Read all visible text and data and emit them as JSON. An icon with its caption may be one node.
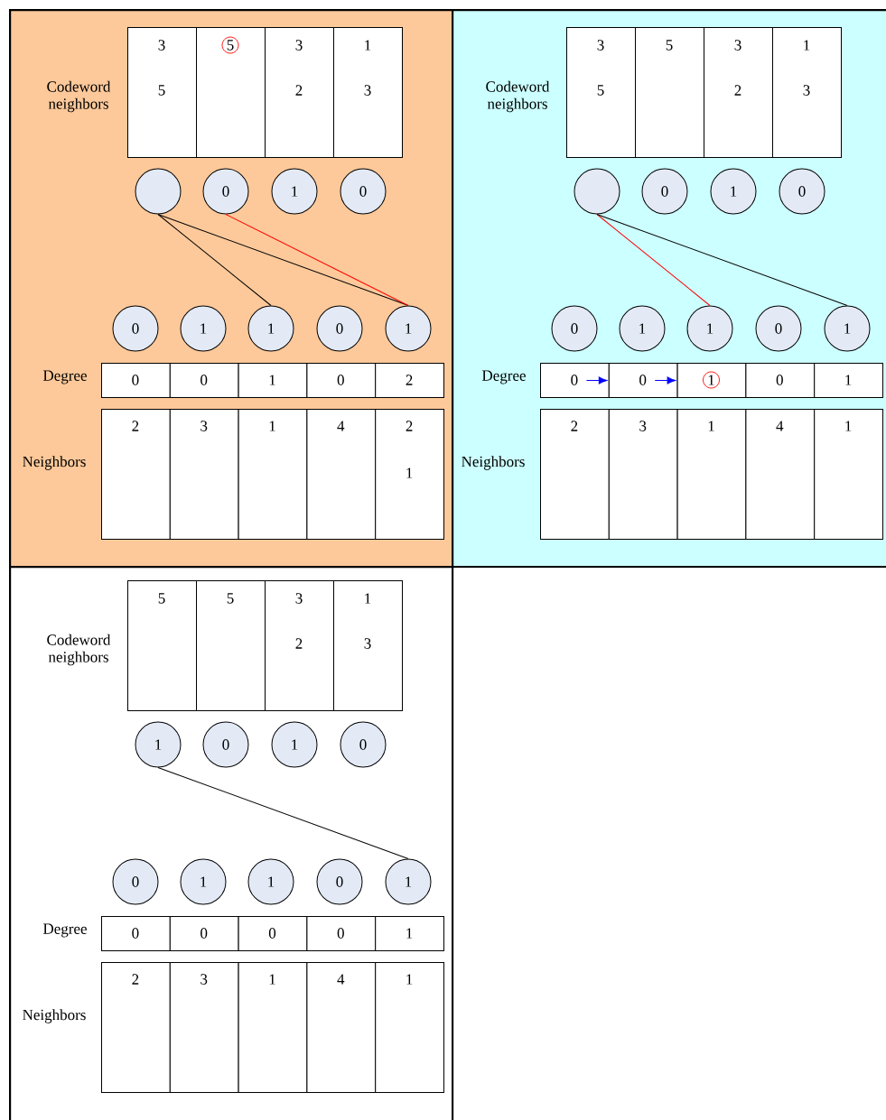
{
  "diagram": {
    "nodes": [
      {
        "text": [],
        "shape": "box"
      },
      {
        "text": [
          "Codeword neighbors"
        ],
        "in": 0
      },
      {
        "text": [
          "3",
          "5"
        ],
        "in": 1
      },
      {
        "text": [
          "5"
        ],
        "in": 1
      },
      {
        "text": [
          "3",
          "2"
        ],
        "in": 1
      },
      {
        "text": [
          "1",
          "3"
        ],
        "in": 1
      },
      {
        "text": [],
        "shape": "circle",
        "in": 0
      },
      {
        "text": [
          "0"
        ],
        "in": 0
      },
      {
        "text": [
          "1"
        ],
        "in": 0
      },
      {
        "text": [
          "0"
        ],
        "in": 0
      },
      {
        "text": [
          "0"
        ],
        "in": 0
      },
      {
        "text": [
          "1"
        ],
        "in": 0
      },
      {
        "text": [
          "1"
        ],
        "in": 0
      },
      {
        "text": [
          "0"
        ],
        "in": 0
      },
      {
        "text": [
          "1"
        ],
        "in": 0
      },
      {
        "text": [
          "Degree"
        ],
        "in": 0
      },
      {
        "text": [
          "0"
        ],
        "in": 15
      },
      {
        "text": [
          "0"
        ],
        "in": 15
      },
      {
        "text": [
          "1"
        ],
        "in": 15
      },
      {
        "text": [
          "0"
        ],
        "in": 15
      },
      {
        "text": [
          "2"
        ],
        "in": 15
      },
      {
        "text": [
          "Neighbors"
        ],
        "in": 0
      },
      {
        "text": [
          "2"
        ],
        "in": 21
      },
      {
        "text": [
          "3"
        ],
        "in": 21
      },
      {
        "text": [
          "1"
        ],
        "in": 21
      },
      {
        "text": [
          "4"
        ],
        "in": 21
      },
      {
        "text": [
          "2",
          "1"
        ],
        "in": 21
      },
      {
        "text": [],
        "shape": "box"
      },
      {
        "text": [
          "Codeword neighbors"
        ],
        "in": 27
      },
      {
        "text": [
          "3",
          "5"
        ],
        "in": 28
      },
      {
        "text": [
          "5"
        ],
        "in": 28
      },
      {
        "text": [
          "3",
          "2"
        ],
        "in": 28
      },
      {
        "text": [
          "1",
          "3"
        ],
        "in": 28
      },
      {
        "text": [],
        "shape": "circle",
        "in": 27
      },
      {
        "text": [
          "0"
        ],
        "in": 27
      },
      {
        "text": [
          "1"
        ],
        "in": 27
      },
      {
        "text": [
          "0"
        ],
        "in": 27
      },
      {
        "text": [
          "0"
        ],
        "in": 27
      },
      {
        "text": [
          "1"
        ],
        "in": 27
      },
      {
        "text": [
          "1"
        ],
        "in": 27
      },
      {
        "text": [
          "0"
        ],
        "in": 27
      },
      {
        "text": [
          "1"
        ],
        "in": 27
      },
      {
        "text": [
          "Degree"
        ],
        "in": 27
      },
      {
        "text": [
          "0"
        ],
        "in": 42
      },
      {
        "text": [
          "0"
        ],
        "in": 42
      },
      {
        "text": [
          "1"
        ],
        "in": 42
      },
      {
        "text": [
          "0"
        ],
        "in": 42
      },
      {
        "text": [
          "1"
        ],
        "in": 42
      },
      {
        "text": [
          "Neighbors"
        ],
        "in": 27
      },
      {
        "text": [
          "2"
        ],
        "in": 48
      },
      {
        "text": [
          "3"
        ],
        "in": 48
      },
      {
        "text": [
          "1"
        ],
        "in": 48
      },
      {
        "text": [
          "4"
        ],
        "in": 48
      },
      {
        "text": [
          "1"
        ],
        "in": 48
      },
      {
        "text": [],
        "shape": "box"
      },
      {
        "text": [
          "Codeword neighbors"
        ],
        "in": 54
      },
      {
        "text": [
          "5"
        ],
        "in": 55
      },
      {
        "text": [
          "5"
        ],
        "in": 55
      },
      {
        "text": [
          "3",
          "2"
        ],
        "in": 55
      },
      {
        "text": [
          "1",
          "3"
        ],
        "in": 55
      },
      {
        "text": [
          "1"
        ],
        "in": 54
      },
      {
        "text": [
          "0"
        ],
        "in": 54
      },
      {
        "text": [
          "1"
        ],
        "in": 54
      },
      {
        "text": [
          "0"
        ],
        "in": 54
      },
      {
        "text": [
          "0"
        ],
        "in": 54
      },
      {
        "text": [
          "1"
        ],
        "in": 54
      },
      {
        "text": [
          "1"
        ],
        "in": 54
      },
      {
        "text": [
          "0"
        ],
        "in": 54
      },
      {
        "text": [
          "1"
        ],
        "in": 54
      },
      {
        "text": [
          "Degree"
        ],
        "in": 54
      },
      {
        "text": [
          "0"
        ],
        "in": 69
      },
      {
        "text": [
          "0"
        ],
        "in": 69
      },
      {
        "text": [
          "0"
        ],
        "in": 69
      },
      {
        "text": [
          "0"
        ],
        "in": 69
      },
      {
        "text": [
          "1"
        ],
        "in": 69
      },
      {
        "text": [
          "Neighbors"
        ],
        "in": 54
      },
      {
        "text": [
          "2"
        ],
        "in": 75
      },
      {
        "text": [
          "3"
        ],
        "in": 75
      },
      {
        "text": [
          "1"
        ],
        "in": 75
      },
      {
        "text": [
          "4"
        ],
        "in": 75
      },
      {
        "text": [
          "1"
        ],
        "in": 75
      }
    ],
    "edges": [
      {
        "from": 6,
        "to": 12,
        "arrow": "none"
      },
      {
        "from": 6,
        "to": 14,
        "arrow": "none"
      },
      {
        "from": 7,
        "to": 14,
        "arrow": "none",
        "color": "#ff0000"
      },
      {
        "from": 33,
        "to": 39,
        "arrow": "none",
        "color": "#ff0000"
      },
      {
        "from": 33,
        "to": 41,
        "arrow": "none"
      },
      {
        "from": 43,
        "to": 44,
        "arrow": "to",
        "color": "#0000ff"
      },
      {
        "from": 44,
        "to": 45,
        "arrow": "to",
        "color": "#0000ff"
      },
      {
        "from": 60,
        "to": 68,
        "arrow": "none"
      }
    ]
  }
}
